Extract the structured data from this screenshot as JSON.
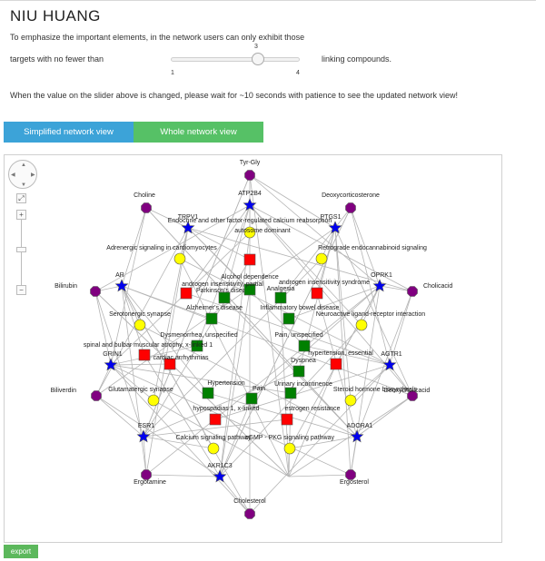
{
  "app_title": "NIU HUANG",
  "intro": {
    "line1": "To emphasize the important elements, in the network users can only exhibit those",
    "targets_label": "targets with no fewer than",
    "compounds_label": "linking compounds.",
    "wait_note": "When the value on the slider above is changed, please wait for ~10 seconds with patience to see the updated network view!"
  },
  "slider": {
    "value": "3",
    "min": "1",
    "max": "4"
  },
  "tabs": {
    "simplified": "Simplified network view",
    "whole": "Whole network view"
  },
  "zoom": {
    "plus": "+",
    "minus": "−"
  },
  "export_label": "export",
  "colors": {
    "compound": "#800080",
    "target": "#0000ee",
    "pathway": "#ffff00",
    "disease": "#008000",
    "key_disease": "#ff0000",
    "simplified_tab": "#3ca3d8",
    "whole_tab": "#56c166",
    "export_button": "#5cb85c"
  },
  "network": {
    "compounds": [
      "Tyr-Gly",
      "Choline",
      "Deoxycorticosterone",
      "Bilirubin",
      "Cholicacid",
      "Biliverdin",
      "Deoxycholicacid",
      "Ergotamine",
      "Ergosterol",
      "Cholesterol"
    ],
    "targets": [
      "ATP2B4",
      "TRPV1",
      "PTGS1",
      "AR",
      "OPRK1",
      "GRIN1",
      "AGTR1",
      "ESR1",
      "ADORA1",
      "AKR1C3"
    ],
    "pathways": [
      "Endocrine and other factor-regulated calcium reabsorption",
      "Adrenergic signaling in cardiomyocytes",
      "Retrograde endocannabinoid signaling",
      "Serotonergic synapse",
      "Neuroactive ligand-receptor interaction",
      "Glutamatergic synapse",
      "Steroid hormone biosynthesis",
      "Calcium signaling pathway",
      "cGMP - PKG signaling pathway"
    ],
    "diseases": [
      "Parkinson's disease",
      "Alcohol dependence",
      "Analgesia",
      "Alzheimer's disease",
      "Inflammatory bowel disease",
      "Dysmenorrhea, unspecified",
      "Pain, unspecified",
      "Dyspnea",
      "Hypertension",
      "Pain",
      "Urinary incontinence"
    ],
    "key_diseases": [
      "androgen insensitivity, partial",
      "autosome dominant",
      "androgen insensitivity syndrome",
      "spinal and bulbar muscular atrophy, x-linked 1",
      "hypertension, essential",
      "cardiac arrhythmias",
      "hypospadias 1, x-linked",
      "estrogen resistance"
    ]
  }
}
